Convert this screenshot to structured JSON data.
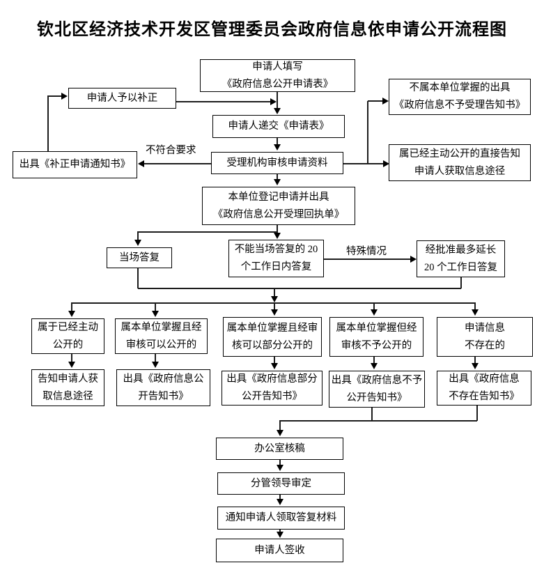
{
  "title": "钦北区经济技术开发区管理委员会政府信息依申请公开流程图",
  "colors": {
    "line": "#000000",
    "background": "#ffffff",
    "text": "#000000"
  },
  "nodes": {
    "fill_form": {
      "label": "申请人填写\n《政府信息公开申请表》"
    },
    "submit_form": {
      "label": "申请人递交《申请表》"
    },
    "review": {
      "label": "受理机构审核申请资料"
    },
    "register": {
      "label": "本单位登记申请并出具\n《政府信息公开受理回执单》"
    },
    "correct": {
      "label": "申请人予以补正"
    },
    "correct_notice": {
      "label": "出具《补正申请通知书》"
    },
    "not_held": {
      "label": "不属本单位掌握的出具\n《政府信息不予受理告知书》"
    },
    "already_public": {
      "label": "属已经主动公开的直接告知\n申请人获取信息途径"
    },
    "onspot": {
      "label": "当场答复"
    },
    "within20": {
      "label": "不能当场答复的 20\n个工作日内答复"
    },
    "extend20": {
      "label": "经批准最多延长\n20 个工作日答复"
    },
    "c1": {
      "label": "属于已经主动\n公开的"
    },
    "c2": {
      "label": "属本单位掌握且经\n审核可以公开的"
    },
    "c3": {
      "label": "属本单位掌握且经审\n核可以部分公开的"
    },
    "c4": {
      "label": "属本单位掌握但经\n审核不予公开的"
    },
    "c5": {
      "label": "申请信息\n不存在的"
    },
    "o1": {
      "label": "告知申请人获\n取信息途径"
    },
    "o2": {
      "label": "出具《政府信息公\n开告知书》"
    },
    "o3": {
      "label": "出具《政府信息部分\n公开告知书》"
    },
    "o4": {
      "label": "出具《政府信息不予\n公开告知书》"
    },
    "o5": {
      "label": "出具《政府信息\n不存在告知书》"
    },
    "office": {
      "label": "办公室核稿"
    },
    "leader": {
      "label": "分管领导审定"
    },
    "notify": {
      "label": "通知申请人领取答复材料"
    },
    "sign": {
      "label": "申请人签收"
    }
  },
  "edge_labels": {
    "not_meet": "不符合要求",
    "special": "特殊情况"
  },
  "edges": [
    {
      "from": "fill_form",
      "to": "submit_form"
    },
    {
      "from": "correct_notice",
      "to": "correct"
    },
    {
      "from": "correct",
      "to": "submit_form"
    },
    {
      "from": "submit_form",
      "to": "review"
    },
    {
      "from": "review",
      "to": "correct_notice",
      "label": "不符合要求"
    },
    {
      "from": "review",
      "to": "not_held"
    },
    {
      "from": "review",
      "to": "already_public"
    },
    {
      "from": "review",
      "to": "register"
    },
    {
      "from": "register",
      "to": "onspot"
    },
    {
      "from": "register",
      "to": "within20"
    },
    {
      "from": "within20",
      "to": "extend20",
      "label": "特殊情况"
    },
    {
      "from": "onspot",
      "to": "branches"
    },
    {
      "from": "within20",
      "to": "branches"
    },
    {
      "from": "extend20",
      "to": "branches"
    },
    {
      "from": "branches",
      "to": "c1"
    },
    {
      "from": "branches",
      "to": "c2"
    },
    {
      "from": "branches",
      "to": "c3"
    },
    {
      "from": "branches",
      "to": "c4"
    },
    {
      "from": "branches",
      "to": "c5"
    },
    {
      "from": "c1",
      "to": "o1"
    },
    {
      "from": "c2",
      "to": "o2"
    },
    {
      "from": "c3",
      "to": "o3"
    },
    {
      "from": "c4",
      "to": "o4"
    },
    {
      "from": "c5",
      "to": "o5"
    },
    {
      "from": "o4",
      "to": "office"
    },
    {
      "from": "o5",
      "to": "office"
    },
    {
      "from": "office",
      "to": "leader"
    },
    {
      "from": "leader",
      "to": "notify"
    },
    {
      "from": "notify",
      "to": "sign"
    }
  ]
}
